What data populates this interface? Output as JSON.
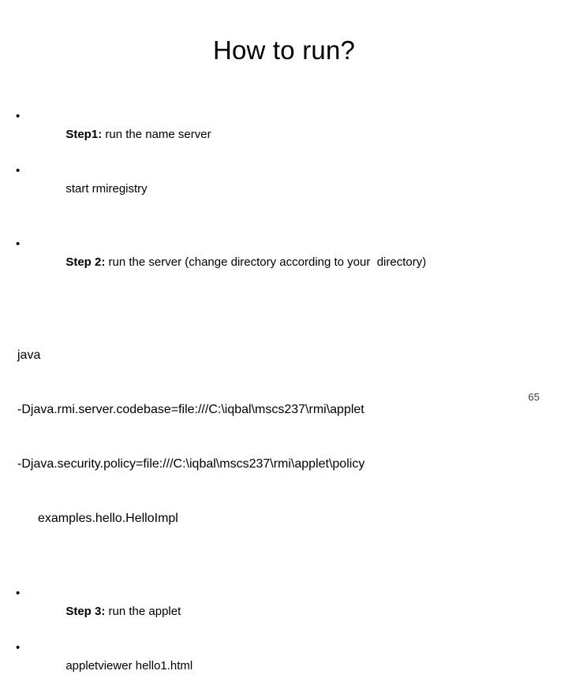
{
  "slide": {
    "title": "How to run?",
    "page_number": "65",
    "bullet_glyph": "•",
    "background_color": "#ffffff",
    "text_color": "#000000"
  },
  "blocks": {
    "step1": {
      "label": "Step1:",
      "text": " run the name server"
    },
    "step1_command": {
      "text": "start rmiregistry"
    },
    "step2": {
      "label": "Step 2:",
      "text": " run the server (change directory according to your  directory)"
    },
    "step3": {
      "label": "Step 3:",
      "text": " run the applet"
    },
    "step3_command": {
      "text": "appletviewer hello1.html"
    }
  },
  "code": {
    "lines": [
      "java",
      "-Djava.rmi.server.codebase=file:///C:\\iqbal\\mscs237\\rmi\\applet",
      "-Djava.security.policy=file:///C:\\iqbal\\mscs237\\rmi\\applet\\policy",
      "examples.hello.HelloImpl"
    ]
  }
}
